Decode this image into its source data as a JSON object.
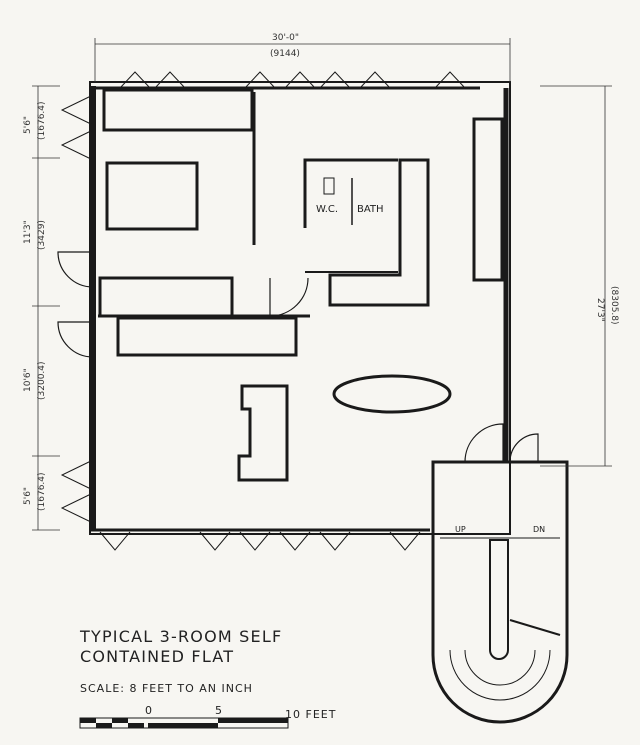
{
  "title": {
    "line1": "TYPICAL 3-ROOM SELF",
    "line2": "CONTAINED FLAT"
  },
  "scale": {
    "label": "SCALE: 8 FEET TO AN INCH",
    "tick_0": "0",
    "tick_5": "5",
    "tick_10": "10 FEET"
  },
  "dimensions": {
    "top_width": "30'-0\"",
    "top_width_mm": "(9144)",
    "right_depth": "27'3\"",
    "right_depth_mm": "(8305.8)",
    "left_seg1": "5'6\"",
    "left_seg1_mm": "(1676.4)",
    "left_seg2": "11'3\"",
    "left_seg2_mm": "(3429)",
    "left_seg3": "10'6\"",
    "left_seg3_mm": "(3200.4)",
    "left_seg4": "5'6\"",
    "left_seg4_mm": "(1676.4)"
  },
  "rooms": {
    "wc": "W.C.",
    "bath": "BATH"
  },
  "stair": {
    "up": "UP",
    "down": "DN"
  },
  "colors": {
    "ink": "#1a1a1a",
    "paper": "#f7f6f2"
  }
}
